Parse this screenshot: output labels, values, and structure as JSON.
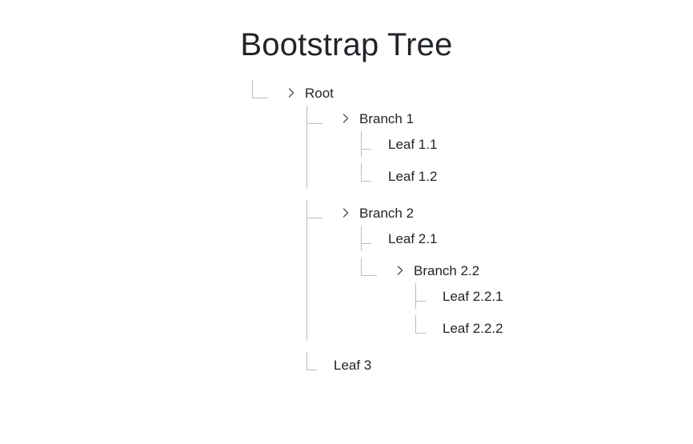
{
  "page": {
    "title": "Bootstrap Tree",
    "background_color": "#ffffff",
    "text_color": "#212529",
    "connector_color": "#b9bdc1",
    "chevron_color": "#495057"
  },
  "tree": {
    "toggle_icon": "chevron-right-icon",
    "nodes": [
      {
        "id": "root",
        "label": "Root",
        "type": "branch",
        "expanded": true,
        "children": [
          {
            "id": "branch-1",
            "label": "Branch 1",
            "type": "branch",
            "expanded": true,
            "children": [
              {
                "id": "leaf-1-1",
                "label": "Leaf 1.1",
                "type": "leaf"
              },
              {
                "id": "leaf-1-2",
                "label": "Leaf 1.2",
                "type": "leaf"
              }
            ]
          },
          {
            "id": "branch-2",
            "label": "Branch 2",
            "type": "branch",
            "expanded": true,
            "children": [
              {
                "id": "leaf-2-1",
                "label": "Leaf 2.1",
                "type": "leaf"
              },
              {
                "id": "branch-2-2",
                "label": "Branch 2.2",
                "type": "branch",
                "expanded": true,
                "children": [
                  {
                    "id": "leaf-2-2-1",
                    "label": "Leaf 2.2.1",
                    "type": "leaf"
                  },
                  {
                    "id": "leaf-2-2-2",
                    "label": "Leaf 2.2.2",
                    "type": "leaf"
                  }
                ]
              }
            ]
          },
          {
            "id": "leaf-3",
            "label": "Leaf 3",
            "type": "leaf"
          }
        ]
      }
    ]
  }
}
